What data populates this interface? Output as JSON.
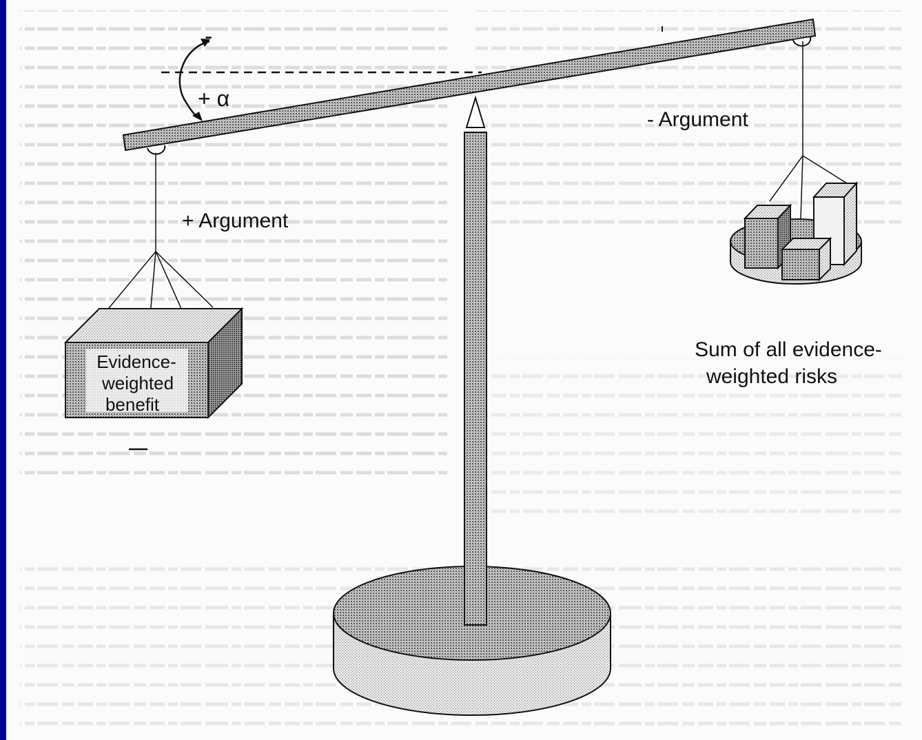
{
  "labels": {
    "minus_sign": "-",
    "plus_alpha": "+ α",
    "minus_argument": "- Argument",
    "plus_argument": "+ Argument",
    "benefit_line1": "Evidence-",
    "benefit_line2": "weighted",
    "benefit_line3": "benefit",
    "risks_line1": "Sum of all evidence-",
    "risks_line2": "weighted risks"
  },
  "colors": {
    "frame": "#00009a",
    "background": "#fbfbfb",
    "ink": "#111111",
    "stipple": "#8a8a8a"
  }
}
